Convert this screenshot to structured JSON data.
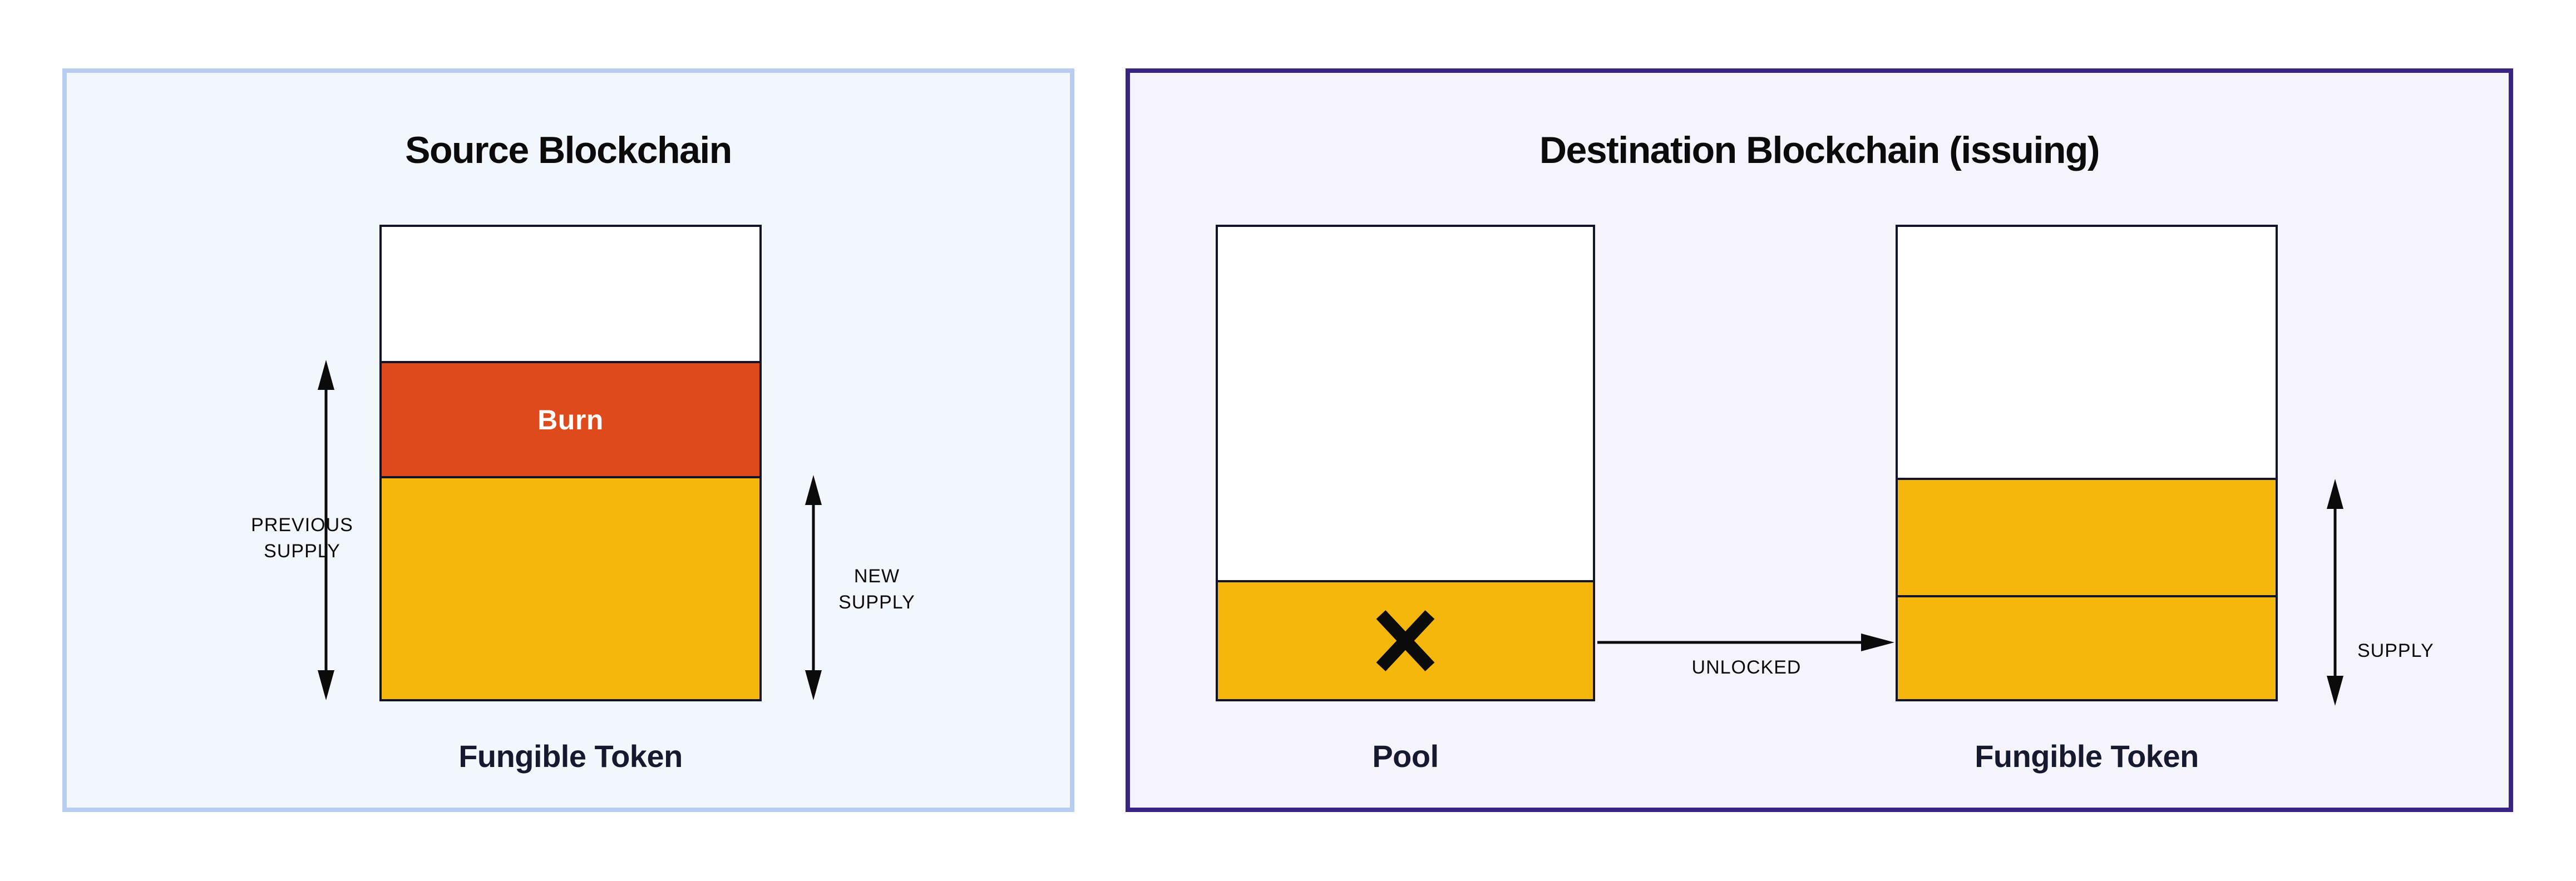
{
  "canvas": {
    "background": "#FFFFFF"
  },
  "colors": {
    "left_panel_bg": "#F2F6FD",
    "left_panel_border": "#B9CDF2",
    "right_panel_bg": "#F5F3FC",
    "right_panel_border": "#3A2482",
    "bar_outline": "#12142A",
    "burn_red": "#DE4A1B",
    "token_yellow": "#F6B70C",
    "text_dark": "#0B0B0B",
    "caption_navy": "#171A2E",
    "arrow_black": "#0B0B0B"
  },
  "left_panel": {
    "title": "Source Blockchain",
    "bar": {
      "label": "Fungible Token",
      "segments": [
        {
          "name": "empty",
          "color": "#FFFFFF",
          "height_pct": 28.4,
          "label": ""
        },
        {
          "name": "burn",
          "color": "#DE4A1B",
          "height_pct": 24.4,
          "label": "Burn",
          "label_color": "#FFFFFF"
        },
        {
          "name": "supply",
          "color": "#F6B70C",
          "height_pct": 47.2,
          "label": ""
        }
      ]
    },
    "previous_supply": {
      "line1": "PREVIOUS",
      "line2": "SUPPLY"
    },
    "new_supply": {
      "line1": "NEW",
      "line2": "SUPPLY"
    }
  },
  "right_panel": {
    "title": "Destination Blockchain (issuing)",
    "pool_bar": {
      "label": "Pool",
      "segments": [
        {
          "name": "empty",
          "color": "#FFFFFF",
          "height_pct": 74.8,
          "label": ""
        },
        {
          "name": "locked",
          "color": "#F6B70C",
          "height_pct": 25.2,
          "label": "",
          "icon": "x-mark-icon"
        }
      ]
    },
    "unlocked_label": "UNLOCKED",
    "token_bar": {
      "label": "Fungible Token",
      "segments": [
        {
          "name": "empty",
          "color": "#FFFFFF",
          "height_pct": 53.1,
          "label": ""
        },
        {
          "name": "supply",
          "color": "#F6B70C",
          "height_pct": 24.9,
          "label": ""
        },
        {
          "name": "unlocked",
          "color": "#F6B70C",
          "height_pct": 22.0,
          "label": ""
        }
      ]
    },
    "supply_label": "SUPPLY"
  }
}
